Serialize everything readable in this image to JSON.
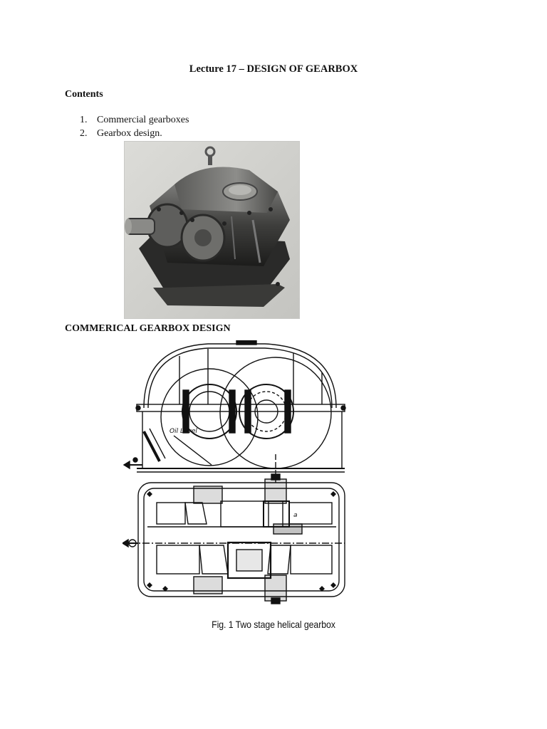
{
  "document": {
    "title": "Lecture 17 – DESIGN OF GEARBOX",
    "contents_heading": "Contents",
    "contents_items": [
      {
        "number": "1.",
        "text": "Commercial gearboxes"
      },
      {
        "number": "2.",
        "text": "Gearbox design."
      }
    ],
    "section_heading": "COMMERICAL GEARBOX DESIGN",
    "drawing_labels": {
      "oil_level": "Oil Level",
      "part_mark": "a"
    },
    "figure_caption": "Fig. 1 Two stage helical gearbox"
  }
}
